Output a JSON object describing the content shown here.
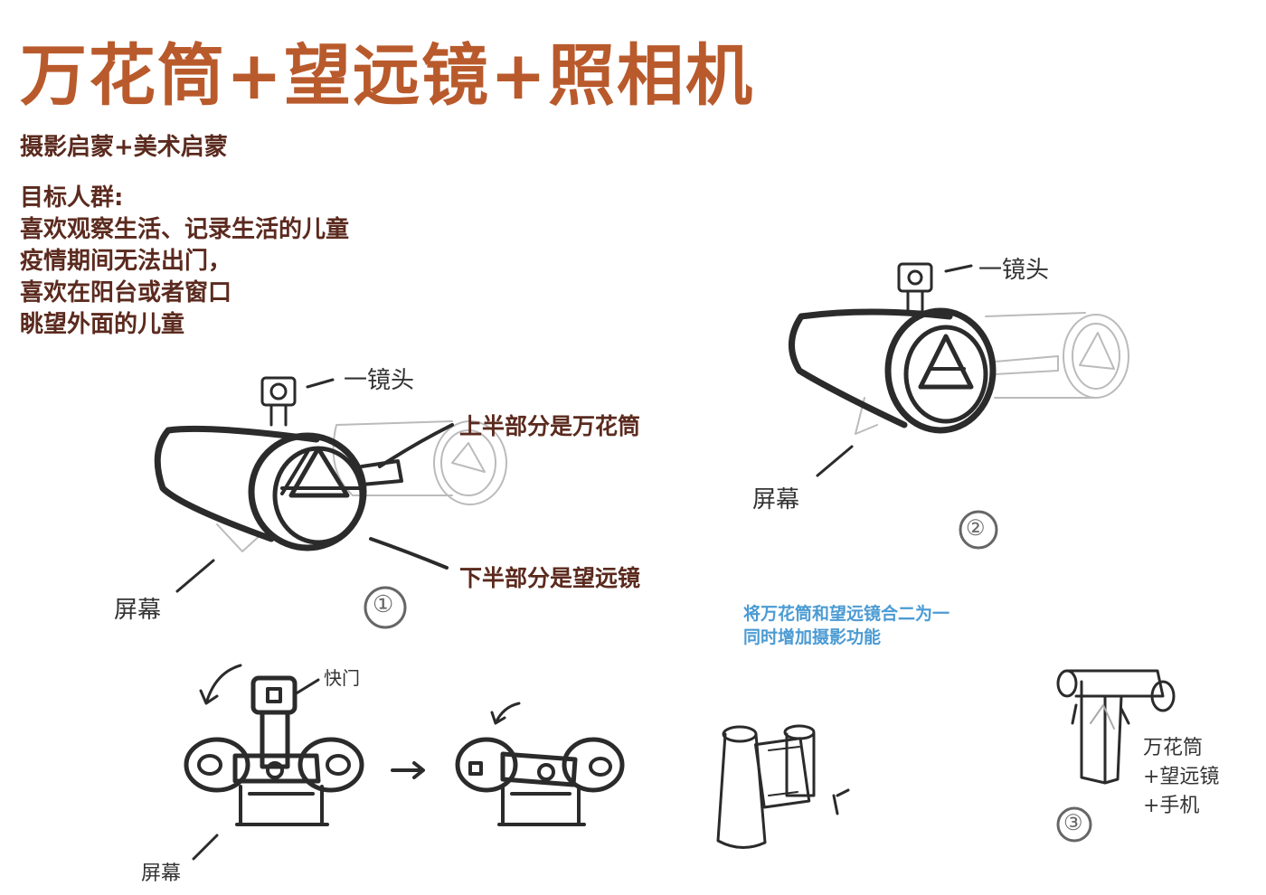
{
  "title": "万花筒+望远镜+照相机",
  "subtitle": "摄影启蒙+美术启蒙",
  "target_audience": {
    "heading": "目标人群:",
    "lines": [
      "喜欢观察生活、记录生活的儿童",
      "疫情期间无法出门，",
      "喜欢在阳台或者窗口",
      "眺望外面的儿童"
    ]
  },
  "sketch1": {
    "lens_label": "一镜头",
    "upper_callout": "上半部分是万花筒",
    "lower_callout": "下半部分是望远镜",
    "screen_label": "屏幕",
    "number": "①"
  },
  "sketch2": {
    "lens_label": "一镜头",
    "screen_label": "屏幕",
    "number": "②"
  },
  "merge_note": {
    "line1": "将万花筒和望远镜合二为一",
    "line2": "同时增加摄影功能"
  },
  "sketch_bottom": {
    "shutter_label": "快门",
    "screen_label": "屏幕",
    "arrow": "→"
  },
  "sketch3": {
    "line1": "万花筒",
    "line2": "+望远镜",
    "line3": "+手机",
    "number": "③"
  },
  "colors": {
    "title": "#b95a2c",
    "text": "#5b2a1e",
    "note": "#4b9bd3",
    "ink": "#2b2b2b"
  }
}
